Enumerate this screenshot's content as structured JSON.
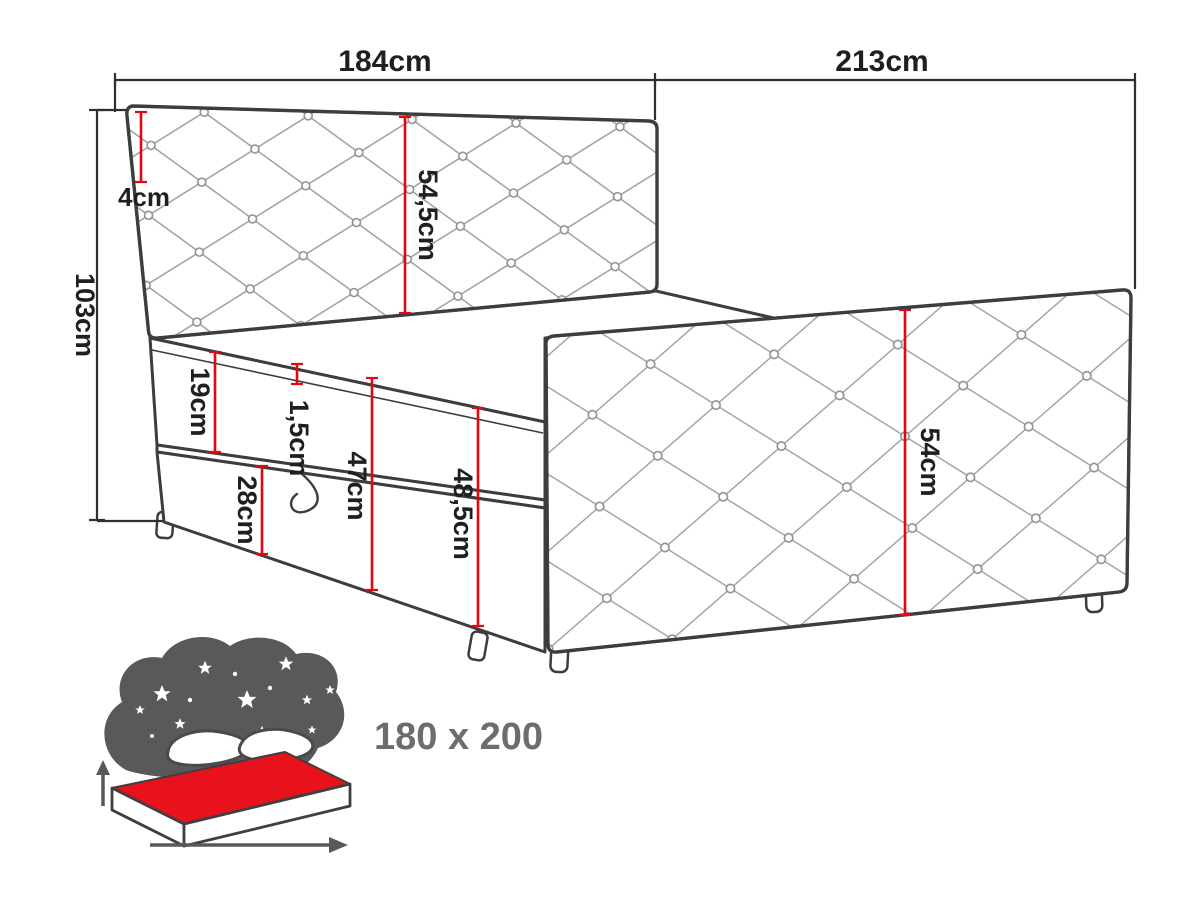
{
  "page": {
    "title": "Boxspring bed dimensions diagram"
  },
  "dimensions": {
    "width_headboard": "184cm",
    "width_side": "213cm",
    "height_total": "103cm",
    "top_edge": "4cm",
    "headboard_panel": "54,5cm",
    "mattress": "19cm",
    "seam": "1,5cm",
    "storage": "28cm",
    "mattress_plus_storage": "47cm",
    "side_height": "48,5cm",
    "side_panel": "54cm"
  },
  "badge": {
    "size_label": "180 x 200"
  },
  "colors": {
    "dimension_red": "#e30613",
    "outline_gray": "#3d3d3d",
    "icon_gray": "#58595b",
    "icon_red": "#e8121c",
    "label_text": "#1f1f1f",
    "size_text": "#6d6d6d"
  }
}
